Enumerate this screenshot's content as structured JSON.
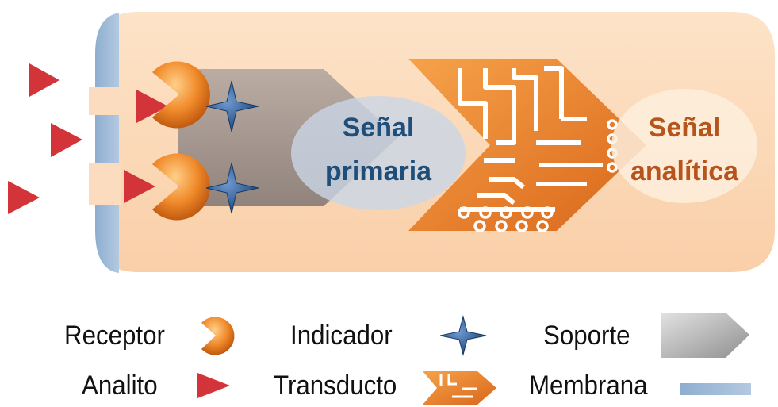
{
  "signals": {
    "primary_line1": "Señal",
    "primary_line2": "primaria",
    "analytic_line1": "Señal",
    "analytic_line2": "analítica"
  },
  "legend": {
    "receptor": "Receptor",
    "indicador": "Indicador",
    "soporte": "Soporte",
    "analito": "Analito",
    "transducto": "Transducto",
    "membrana": "Membrana"
  },
  "colors": {
    "panel_fill": "#fcd9b8",
    "membrane": "#9bb7d4",
    "analyte": "#d2343a",
    "receptor": "#e8751a",
    "indicator": "#2b5d9a",
    "support": "#9a8f8a",
    "transducer": "#e87a22",
    "primary_text": "#1f4e79",
    "analytic_text": "#b5541d"
  },
  "icons": [
    "analyte-triangle-icon",
    "receptor-pacman-icon",
    "indicator-star-icon",
    "support-chevron-icon",
    "transducer-circuit-icon",
    "membrane-bar-icon"
  ]
}
